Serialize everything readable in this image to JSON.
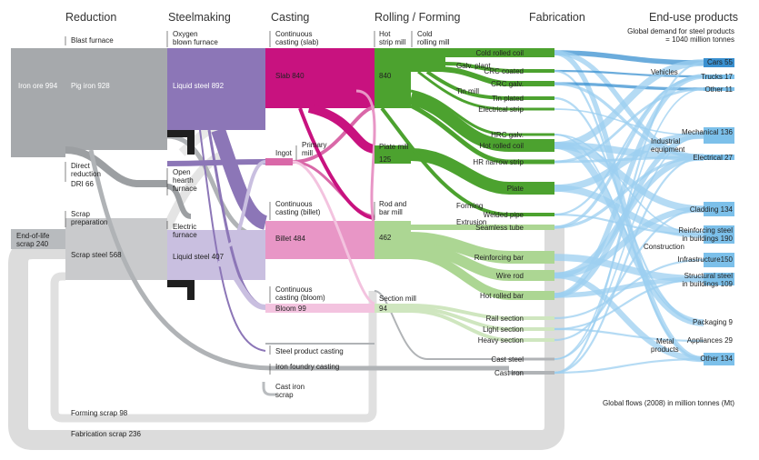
{
  "stages": [
    "Reduction",
    "Steelmaking",
    "Casting",
    "Rolling / Forming",
    "Fabrication",
    "End-use products"
  ],
  "header_note": [
    "Global demand for steel products",
    "= 1040 million tonnes"
  ],
  "footer_note": "Global flows (2008) in million tonnes (Mt)",
  "reduction": {
    "iron_ore": "Iron ore  994",
    "blast_furnace": "Blast furnace",
    "pig_iron": "Pig iron  928",
    "direct_reduction": [
      "Direct",
      "reduction"
    ],
    "dri": "DRI  66",
    "end_of_life": [
      "End-of-life",
      "scrap  240"
    ],
    "scrap_preparation": [
      "Scrap",
      "preparation"
    ],
    "scrap_steel": "Scrap steel  568",
    "forming_scrap": "Forming scrap  98",
    "fabrication_scrap": "Fabrication scrap  236"
  },
  "steelmaking": {
    "oxygen": [
      "Oxygen",
      "blown furnace"
    ],
    "liquid_oxygen": "Liquid steel  892",
    "open_hearth": [
      "Open",
      "hearth",
      "furnace"
    ],
    "electric": [
      "Electric",
      "furnace"
    ],
    "liquid_electric": "Liquid steel  407"
  },
  "casting": {
    "cont_slab": [
      "Continuous",
      "casting (slab)"
    ],
    "slab": "Slab  840",
    "ingot": "Ingot",
    "primary_mill": [
      "Primary",
      "mill"
    ],
    "cont_billet": [
      "Continuous",
      "casting (billet)"
    ],
    "billet": "Billet  484",
    "cont_bloom": [
      "Continuous",
      "casting (bloom)"
    ],
    "bloom": "Bloom  99",
    "steel_product_casting": "Steel product casting",
    "iron_foundry_casting": "Iron foundry casting",
    "cast_iron_scrap": [
      "Cast iron",
      "scrap"
    ]
  },
  "rolling": {
    "hot_strip": [
      "Hot",
      "strip mill"
    ],
    "hot_strip_value": "840",
    "cold_rolling": [
      "Cold",
      "rolling mill"
    ],
    "galv_plant": "Galv. plant",
    "tin_mill": "Tin mill",
    "plate_mill": "Plate mill",
    "plate_value": "125",
    "rod_bar": [
      "Rod and",
      "bar mill"
    ],
    "rod_value": "462",
    "forming": "Forming",
    "extrusion": "Extrusion",
    "section_mill": "Section mill",
    "section_value": "94"
  },
  "fabrication": [
    "Cold rolled coil",
    "CRC coated",
    "CRC galv.",
    "Tin plated",
    "Electrical strip",
    "HRC galv.",
    "Hot rolled coil",
    "HR narrow strip",
    "Plate",
    "Welded pipe",
    "Seamless tube",
    "Reinforcing bar",
    "Wire rod",
    "Hot rolled bar",
    "Rail section",
    "Light section",
    "Heavy section",
    "Cast steel",
    "Cast iron"
  ],
  "end_use": {
    "vehicles": "Vehicles",
    "cars": "Cars  55",
    "trucks": "Trucks  17",
    "other_v": "Other  11",
    "industrial": [
      "Industrial",
      "equipment"
    ],
    "mechanical": "Mechanical  136",
    "electrical": "Electrical  27",
    "construction": "Construction",
    "cladding": "Cladding  134",
    "reinforcing": [
      "Reinforcing steel",
      "in buildings  190"
    ],
    "infrastructure": "Infrastructure150",
    "structural": [
      "Structural steel",
      "in buildings  109"
    ],
    "metal_products": [
      "Metal",
      "products"
    ],
    "packaging": "Packaging  9",
    "appliances": "Appliances  29",
    "other_m": "Other  134"
  },
  "colors": {
    "iron": "#a6a9ac",
    "scrap": "#d5d5d5",
    "oxygen_steel": "#8c76b7",
    "electric_steel": "#c9bfe0",
    "slab": "#c8127f",
    "billet": "#e896c6",
    "bloom": "#f3c3df",
    "rolling": "#4ca22f",
    "rod": "#acd693",
    "section": "#cfe6bf",
    "end_use": "#7cc0ea",
    "end_use_dark": "#3a90d0"
  }
}
